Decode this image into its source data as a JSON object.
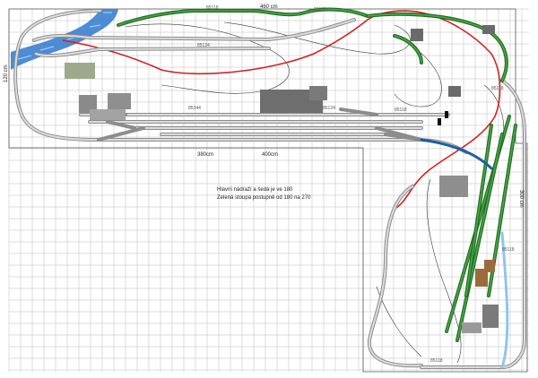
{
  "dimensions": {
    "top_width": "460 cm",
    "left_height": "120 cm",
    "right_height": "300 cm",
    "station_width_a": "380cm",
    "station_width_b": "400cm"
  },
  "notes": {
    "line1": "Hlavní nádraží a šedá je ve 180",
    "line2": "Zelená stoupá postupně od 180 na 270"
  },
  "track_labels": {
    "top_a": "85118",
    "top_b": "85119",
    "top_c": "85124",
    "station_a": "85344",
    "station_b": "85118",
    "station_c": "85124",
    "right_a": "85118",
    "right_b": "85118",
    "bottom_a": "85118"
  },
  "colors": {
    "grid": "#bdbdbd",
    "grey_track": "#8c8c8c",
    "green_track": "#1f6e1f",
    "blue_track": "#1d5fa3",
    "water": "#3b7fd0",
    "red_line": "#d32020"
  }
}
